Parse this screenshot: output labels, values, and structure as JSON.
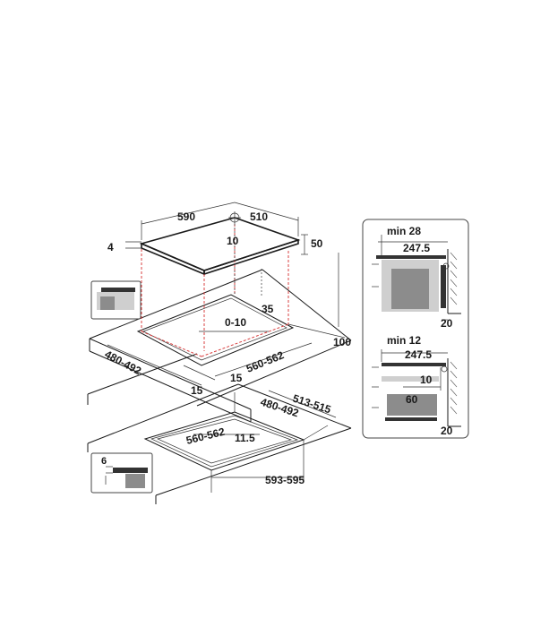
{
  "top_view": {
    "width": "590",
    "depth": "510",
    "thickness": "4",
    "center_mark": "10",
    "height": "50",
    "clearance": "35",
    "gap": "0-10",
    "rear_offset": "100",
    "cutout_depth": "480-492",
    "cutout_width": "560-562",
    "front_left": "15",
    "front_right": "15"
  },
  "flush_view": {
    "inner_depth": "480-492",
    "outer_depth": "513-515",
    "inner_width": "560-562",
    "edge": "11.5",
    "outer_width": "593-595",
    "inset_depth": "6"
  },
  "side_view_1": {
    "min_label": "min 28",
    "depth": "247.5",
    "wall": "20"
  },
  "side_view_2": {
    "min_label": "min 12",
    "depth": "247.5",
    "gap": "10",
    "drawer": "60",
    "wall": "20"
  }
}
